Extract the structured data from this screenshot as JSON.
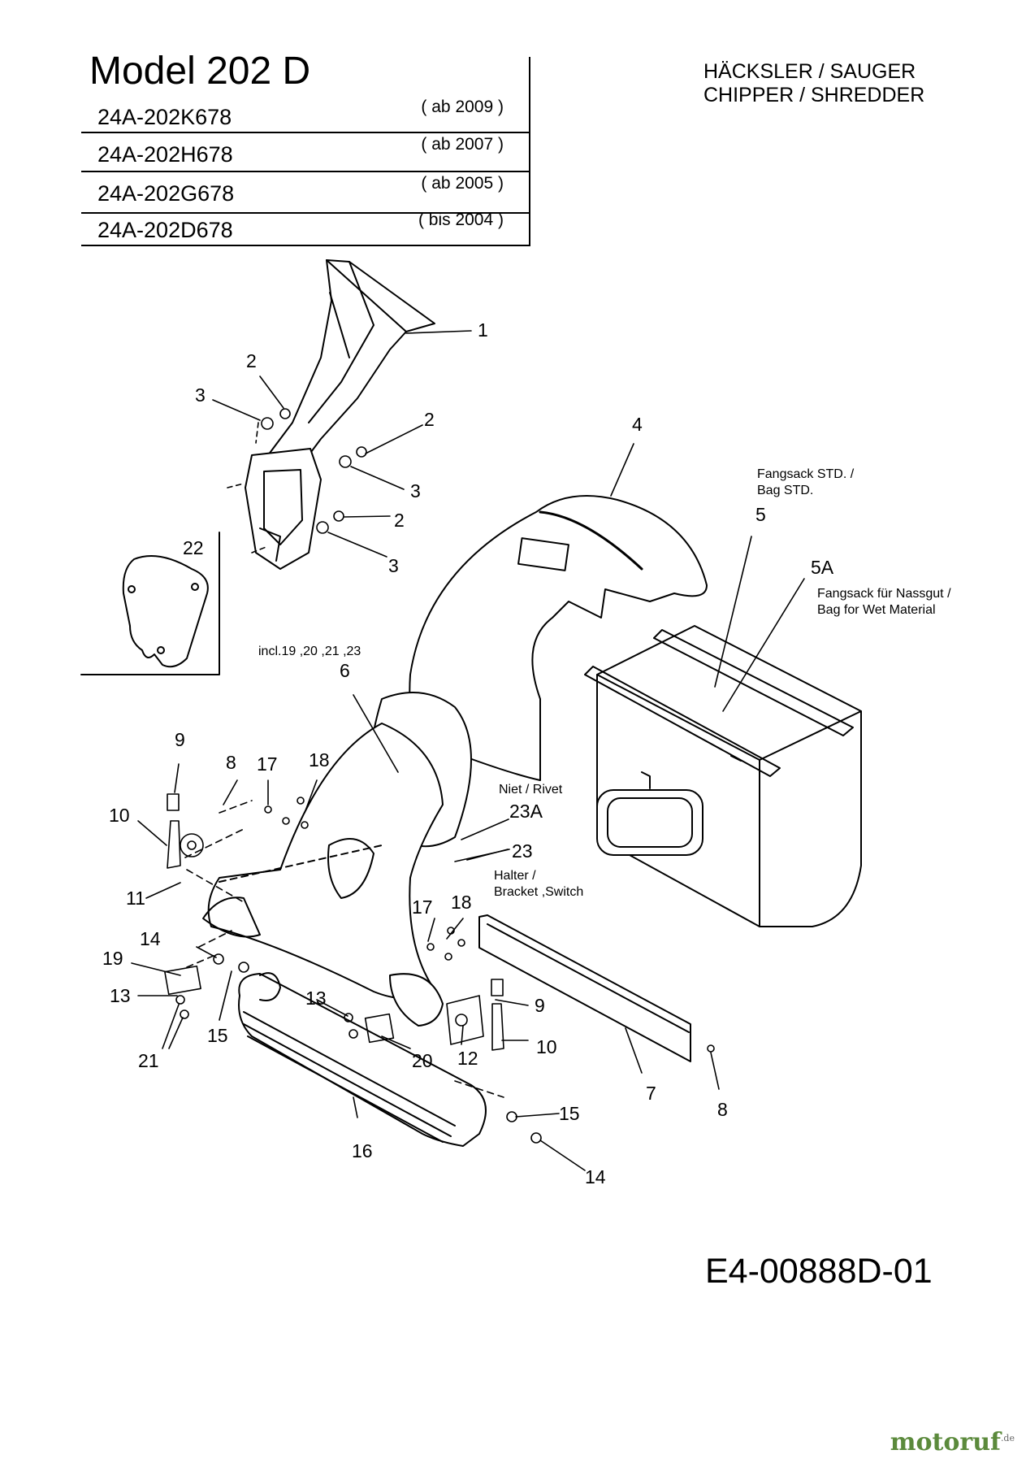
{
  "header": {
    "model_title": "Model  202 D",
    "section_title_de": "HÄCKSLER / SAUGER",
    "section_title_en": "CHIPPER / SHREDDER",
    "models": [
      {
        "number": "24A-202K678",
        "years": "( ab 2009 )"
      },
      {
        "number": "24A-202H678",
        "years": "( ab 2007 )"
      },
      {
        "number": "24A-202G678",
        "years": "( ab 2005 )"
      },
      {
        "number": "24A-202D678",
        "years": "( bis 2004 )"
      }
    ]
  },
  "notes": {
    "bag_std_1": "Fangsack STD. /",
    "bag_std_2": "Bag  STD.",
    "bag_wet_1": "Fangsack für Nassgut /",
    "bag_wet_2": "Bag for Wet Material",
    "incl": "incl.19 ,20 ,21 ,23",
    "rivet": "Niet / Rivet",
    "bracket_1": "Halter /",
    "bracket_2": "Bracket ,Switch"
  },
  "callouts": {
    "c1": "1",
    "c2": "2",
    "c3": "3",
    "c4": "4",
    "c5": "5",
    "c5a": "5A",
    "c6": "6",
    "c7": "7",
    "c8": "8",
    "c9": "9",
    "c10": "10",
    "c11": "11",
    "c12": "12",
    "c13": "13",
    "c14": "14",
    "c15": "15",
    "c16": "16",
    "c17": "17",
    "c18": "18",
    "c19": "19",
    "c20": "20",
    "c21": "21",
    "c22": "22",
    "c23": "23",
    "c23a": "23A"
  },
  "footer": {
    "drawing_code": "E4-00888D-01",
    "brand": "motoruf",
    "brand_suffix": ".de"
  }
}
